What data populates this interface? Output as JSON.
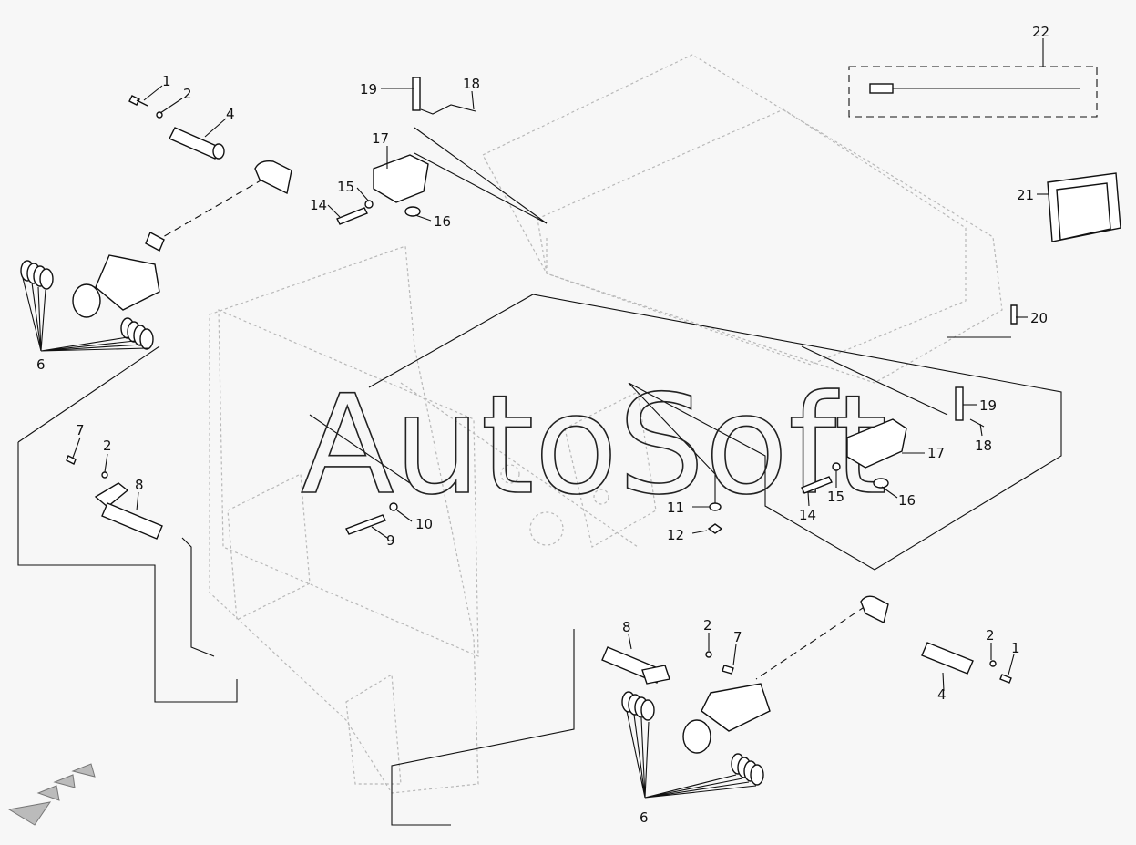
{
  "watermark": "AutoSoft",
  "callouts": {
    "c1_top": "1",
    "c2_top": "2",
    "c4_top": "4",
    "c6_left": "6",
    "c7_left": "7",
    "c2_left": "2",
    "c8_left": "8",
    "c9": "9",
    "c10": "10",
    "c11": "11",
    "c12": "12",
    "c14_top": "14",
    "c15_top": "15",
    "c16_top": "16",
    "c17_top": "17",
    "c18_top": "18",
    "c19_top": "19",
    "c20": "20",
    "c21": "21",
    "c22": "22",
    "c19_right": "19",
    "c18_right": "18",
    "c17_right": "17",
    "c14_right": "14",
    "c15_right": "15",
    "c16_right": "16",
    "c8_bottom": "8",
    "c2_bottom": "2",
    "c7_bottom": "7",
    "c2_br": "2",
    "c1_br": "1",
    "c4_br": "4",
    "c6_bottom": "6"
  },
  "colors": {
    "ink": "#111111",
    "frame_ghost": "#b8b8b8",
    "background": "#f7f7f7"
  },
  "icons": {
    "direction_arrow": "direction-arrow-icon"
  }
}
